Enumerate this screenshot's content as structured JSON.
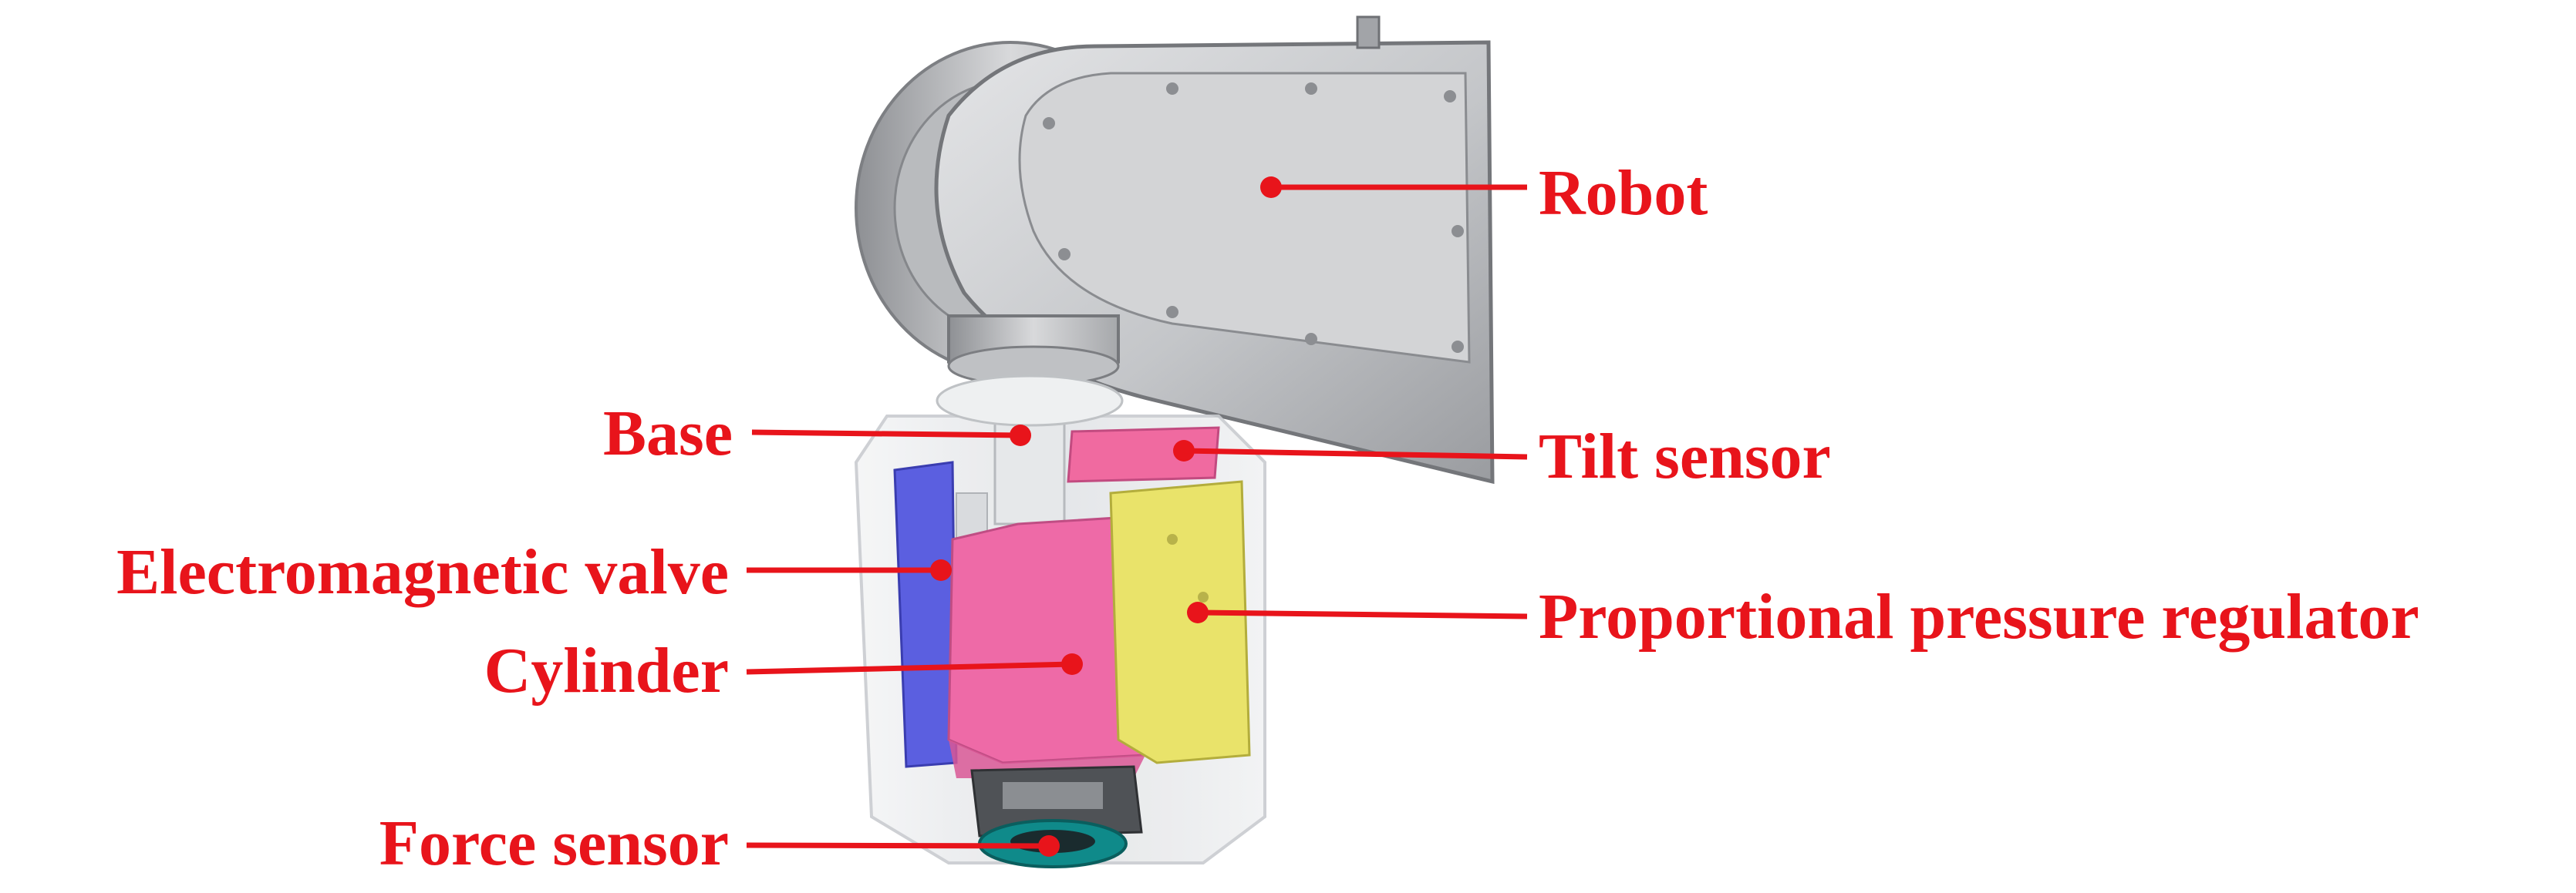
{
  "labels": {
    "robot": "Robot",
    "base": "Base",
    "tilt_sensor": "Tilt sensor",
    "electromagnetic_valve": "Electromagnetic valve",
    "proportional_pressure_regulator": "Proportional pressure regulator",
    "cylinder": "Cylinder",
    "force_sensor": "Force sensor"
  },
  "colors": {
    "callout": "#e8141b",
    "robot_body": "#c9cacc",
    "robot_shadow": "#9fa1a4",
    "valve": "#5b5fe0",
    "cylinder": "#ee6aa7",
    "tilt_sensor": "#f06aa0",
    "regulator": "#e9e36a",
    "force_sensor": "#0f8a8a",
    "housing": "#eceef0"
  }
}
